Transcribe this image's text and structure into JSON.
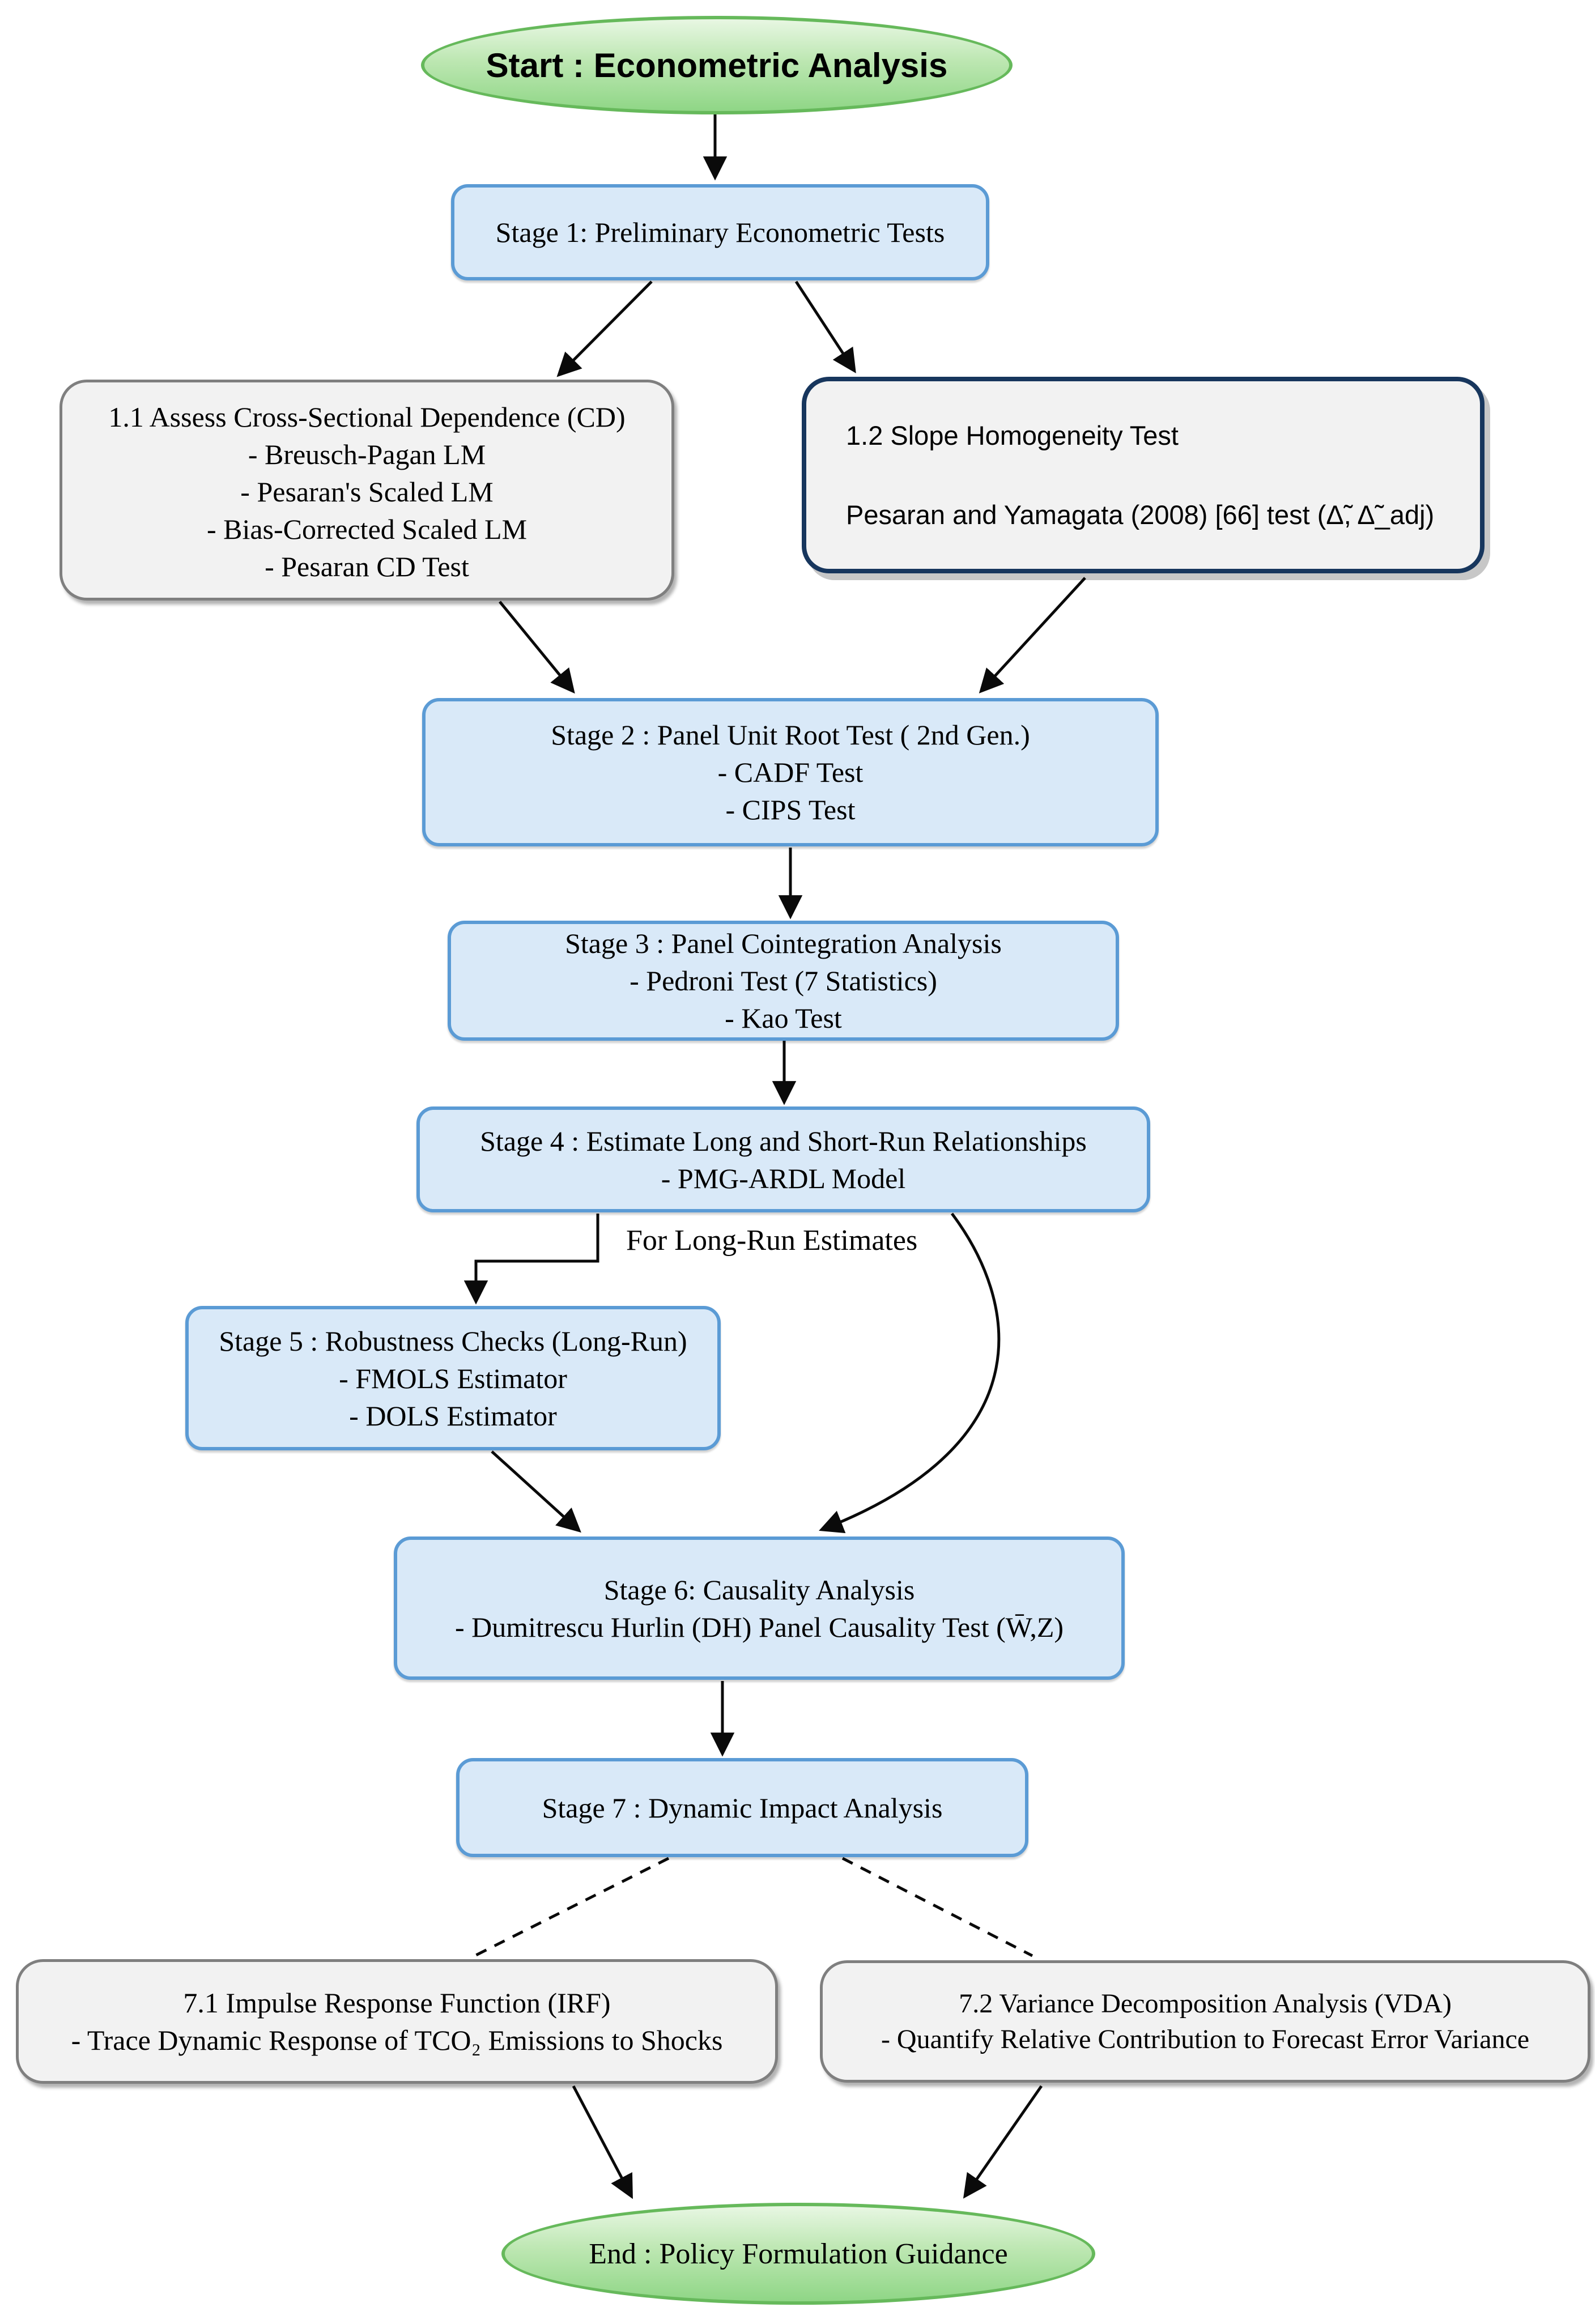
{
  "colors": {
    "stage_fill": "#d9e9f8",
    "stage_border": "#5b9bd5",
    "side_fill": "#f2f2f2",
    "side_border": "#7f7f7f",
    "slope_test_border": "#17365d",
    "terminal_fill_top": "#e8f7e3",
    "terminal_fill_bottom": "#8fd686",
    "terminal_border": "#66b95b",
    "connector": "#0a0a0a",
    "text": "#000000"
  },
  "diagram": {
    "start": {
      "label": "Start : Econometric Analysis"
    },
    "stage1": {
      "title": "Stage 1: Preliminary Econometric Tests"
    },
    "box11": {
      "title": "1.1 Assess Cross-Sectional Dependence (CD)",
      "bullets": [
        "- Breusch-Pagan LM",
        "- Pesaran's Scaled LM",
        "- Bias-Corrected Scaled LM",
        "- Pesaran CD Test"
      ]
    },
    "box12": {
      "title": "1.2 Slope Homogeneity Test",
      "detail": "Pesaran and Yamagata (2008) [66] test (Δ̃, Δ̃_adj)"
    },
    "stage2": {
      "title": "Stage 2 : Panel Unit Root Test ( 2nd Gen.)",
      "bullets": [
        "- CADF Test",
        "- CIPS Test"
      ]
    },
    "stage3": {
      "title": "Stage 3 : Panel Cointegration Analysis",
      "bullets": [
        "- Pedroni Test (7 Statistics)",
        "- Kao Test"
      ]
    },
    "stage4": {
      "title": "Stage 4 : Estimate Long and Short-Run Relationships",
      "bullets": [
        "- PMG-ARDL Model"
      ]
    },
    "edge_label_long_run": "For Long-Run Estimates",
    "stage5": {
      "title": "Stage 5 : Robustness Checks (Long-Run)",
      "bullets": [
        "- FMOLS Estimator",
        "- DOLS Estimator"
      ]
    },
    "stage6": {
      "title": "Stage 6: Causality Analysis",
      "bullets": [
        "- Dumitrescu Hurlin (DH) Panel Causality Test (W̄,Z)"
      ]
    },
    "stage7": {
      "title": "Stage 7 : Dynamic Impact Analysis"
    },
    "box71": {
      "title": "7.1 Impulse Response Function (IRF)",
      "bullets": [
        "- Trace Dynamic Response of TCO₂ Emissions to Shocks"
      ]
    },
    "box72": {
      "title": "7.2 Variance Decomposition Analysis (VDA)",
      "bullets": [
        "- Quantify Relative Contribution to Forecast Error Variance"
      ]
    },
    "end": {
      "label": "End : Policy Formulation Guidance"
    }
  }
}
